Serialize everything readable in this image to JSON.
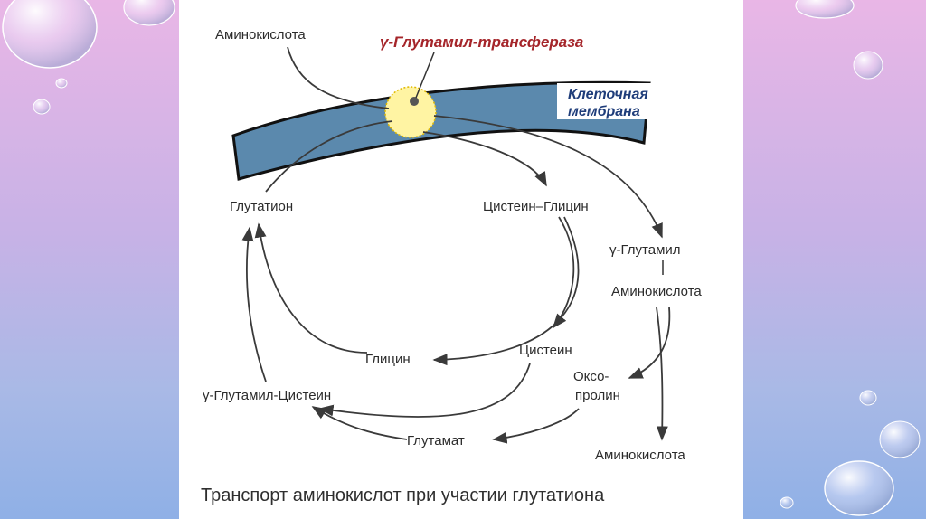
{
  "diagram": {
    "enzyme": "γ-Глутамил-трансфераза",
    "membrane": [
      "Клеточная",
      "мембрана"
    ],
    "nodes": {
      "amino_acid_top": "Аминокислота",
      "glutathione": "Глутатион",
      "cys_gly": "Цистеин–Глицин",
      "gamma_glutamyl": "γ-Глутамил",
      "amino_acid_mid": "Аминокислота",
      "glycine": "Глицин",
      "cysteine": "Цистеин",
      "oxoproline": [
        "Оксо-",
        "пролин"
      ],
      "gamma_glu_cys": "γ-Глутамил-Цистеин",
      "glutamate": "Глутамат",
      "amino_acid_bottom": "Аминокислота"
    },
    "caption": "Транспорт аминокислот при участии глутатиона"
  },
  "colors": {
    "membrane_fill": "#5b89ad",
    "enzyme_circle": "#fff4a3",
    "enzyme_text": "#a5252a"
  }
}
